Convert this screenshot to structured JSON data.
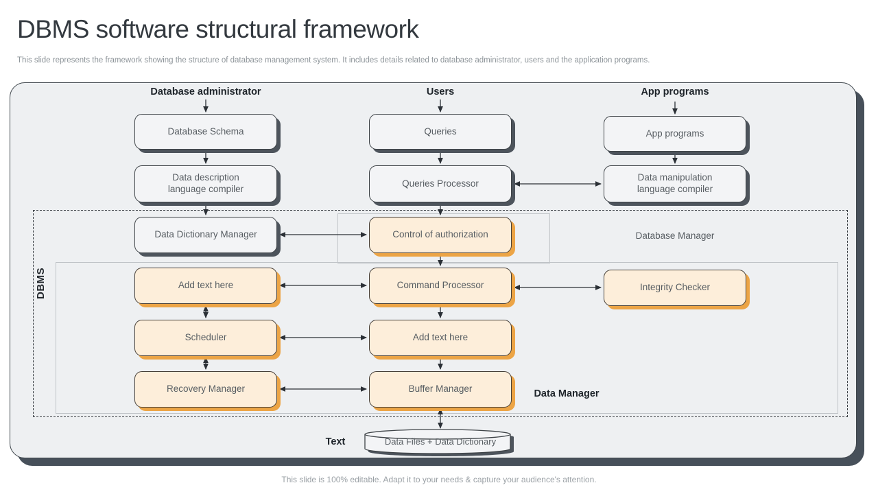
{
  "header": {
    "title": "DBMS software structural framework",
    "subtitle": "This slide represents the framework showing the structure of database management system. It includes details related to database administrator, users and the application programs."
  },
  "footer": {
    "note": "This slide is 100% editable. Adapt it to your needs & capture your audience's attention."
  },
  "diagram": {
    "column_labels": [
      {
        "id": "database-administrator",
        "label": "Database administrator"
      },
      {
        "id": "users",
        "label": "Users"
      },
      {
        "id": "app-programs",
        "label": "App programs"
      }
    ],
    "regions": {
      "dbms": "DBMS",
      "database_manager": "Database Manager",
      "data_manager": "Data Manager",
      "text": "Text"
    },
    "nodes": [
      {
        "id": "database-schema",
        "label": "Database Schema",
        "style": "white"
      },
      {
        "id": "queries",
        "label": "Queries",
        "style": "white"
      },
      {
        "id": "app-programs",
        "label": "App programs",
        "style": "white"
      },
      {
        "id": "data-description-language-compiler",
        "label": "Data description\nlanguage compiler",
        "style": "white"
      },
      {
        "id": "queries-processor",
        "label": "Queries Processor",
        "style": "white"
      },
      {
        "id": "data-manipulation-language-compiler",
        "label": "Data manipulation\nlanguage compiler",
        "style": "white"
      },
      {
        "id": "data-dictionary-manager",
        "label": "Data Dictionary Manager",
        "style": "white"
      },
      {
        "id": "control-of-authorization",
        "label": "Control of authorization",
        "style": "orange"
      },
      {
        "id": "add-text-here-1",
        "label": "Add text here",
        "style": "orange"
      },
      {
        "id": "command-processor",
        "label": "Command Processor",
        "style": "orange"
      },
      {
        "id": "integrity-checker",
        "label": "Integrity Checker",
        "style": "orange"
      },
      {
        "id": "scheduler",
        "label": "Scheduler",
        "style": "orange"
      },
      {
        "id": "add-text-here-2",
        "label": "Add text here",
        "style": "orange"
      },
      {
        "id": "recovery-manager",
        "label": "Recovery Manager",
        "style": "orange"
      },
      {
        "id": "buffer-manager",
        "label": "Buffer Manager",
        "style": "orange"
      }
    ],
    "cylinder": {
      "label": "Data Files + Data Dictionary"
    },
    "colors": {
      "panel_bg": "#eef0f2",
      "node_fill_gray": "#f3f4f6",
      "node_fill_orange": "#fdeeda",
      "shadow_dark": "#4d545c",
      "shadow_orange": "#eca445",
      "line": "#2b3036"
    }
  }
}
